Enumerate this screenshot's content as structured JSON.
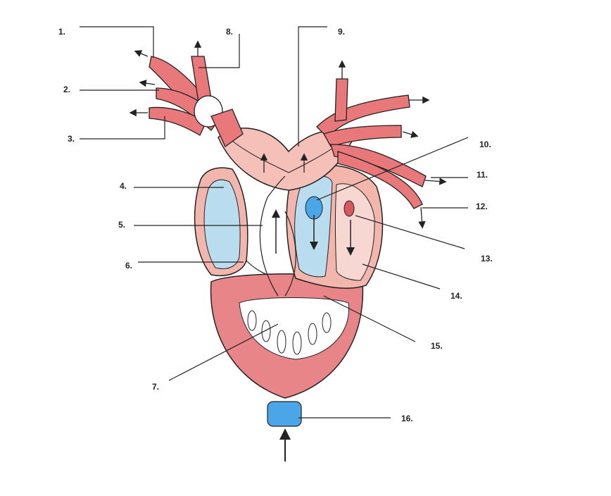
{
  "labels": [
    "1.",
    "2.",
    "3.",
    "4.",
    "5.",
    "6.",
    "7.",
    "8.",
    "9.",
    "10.",
    "11.",
    "12.",
    "13.",
    "14.",
    "15.",
    "16."
  ],
  "colors": {
    "artery_fill": "#e9787a",
    "artery_dark": "#c94a4e",
    "ventricle_fill": "#e88589",
    "atrium_blue": "#b9dcef",
    "atrium_red": "#f6c9c3",
    "inflow_blue": "#4aa6e6",
    "outline": "#222222",
    "leader": "#222222"
  }
}
